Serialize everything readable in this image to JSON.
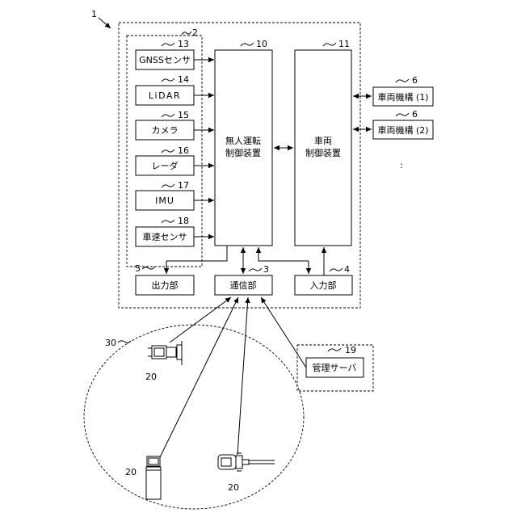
{
  "refs": {
    "system": "1",
    "sensor_group": "2",
    "comm_unit": "3",
    "input_unit": "4",
    "output_unit": "5",
    "vehicle_equipment_1": "6",
    "vehicle_equipment_2": "6",
    "autonomous_controller": "10",
    "vehicle_controller": "11",
    "gnss": "13",
    "lidar": "14",
    "camera": "15",
    "radar": "16",
    "imu": "17",
    "speed_sensor": "18",
    "mgmt_server": "19",
    "work_area": "30",
    "machine_a": "20",
    "machine_b": "20",
    "machine_c": "20"
  },
  "labels": {
    "gnss": "GNSSセンサ",
    "lidar": "LiDAR",
    "camera": "カメラ",
    "radar": "レーダ",
    "imu": "IMU",
    "speed_sensor": "車速センサ",
    "autonomous_controller_line1": "無人運転",
    "autonomous_controller_line2": "制御装置",
    "vehicle_controller_line1": "車両",
    "vehicle_controller_line2": "制御装置",
    "vehicle_equipment_1": "車両機構 (1)",
    "vehicle_equipment_2": "車両機構 (2)",
    "ellipsis": ":",
    "output_unit": "出力部",
    "comm_unit": "通信部",
    "input_unit": "入力部",
    "mgmt_server": "管理サーバ"
  }
}
